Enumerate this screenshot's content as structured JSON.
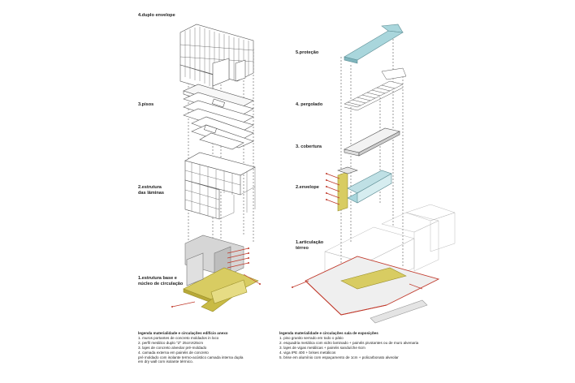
{
  "left_labels": [
    "4.duplo envelope",
    "3.pisos",
    "2.estrutura\ndas lâminas",
    "1.estrutura base e\nnúcleo de circulação"
  ],
  "right_labels": [
    "5.proteção",
    "4. pergolado",
    "3. cobertura",
    "2.envelope",
    "1.articulação\ntérreo"
  ],
  "legend_left": {
    "title": "legenda materialidade e circulações edifício anexo",
    "items": [
      "1. muros portantes de concreto moldados in loco",
      "2. perfil metálico duplo \"Z\" 25cmX25cm",
      "3. lajes de concreto alveolar pré-moldado",
      "4. camada externa em painéis de concreto",
      "pré moldado com isolante termo-acústico camada interna dupla",
      "em dry wall com isolante térmico."
    ]
  },
  "legend_right": {
    "title": "legenda materialidade e circulações sala de exposições",
    "items": [
      "1. piso granito serrado em todo o pátio",
      "2. esquadria metálica com vidro laminado + painéis pivotantes ou de muro alvenaria",
      "3. lajes de vigas metálicas + painéis sanduíche 6cm",
      "4. viga IPE 400 + brises metálicos",
      "5. brise em alumínio com espaçamento de 1cm + policarbonato alveolar"
    ]
  },
  "colors": {
    "line": "#555555",
    "red": "#c0392b",
    "yellow": "#c9b63c",
    "teal": "#9ecfd6",
    "grey": "#d4d4d4"
  }
}
